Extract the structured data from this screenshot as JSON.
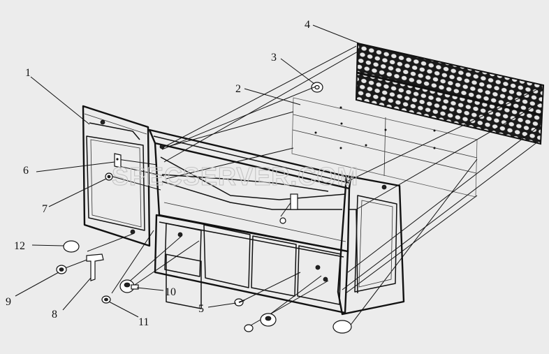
{
  "watermark": "SPECSERVER.COM",
  "callouts": [
    {
      "id": "1",
      "text": "1"
    },
    {
      "id": "2",
      "text": "2"
    },
    {
      "id": "3",
      "text": "3"
    },
    {
      "id": "4",
      "text": "4"
    },
    {
      "id": "5",
      "text": "5"
    },
    {
      "id": "6",
      "text": "6"
    },
    {
      "id": "7",
      "text": "7"
    },
    {
      "id": "8",
      "text": "8"
    },
    {
      "id": "9",
      "text": "9"
    },
    {
      "id": "10",
      "text": "10"
    },
    {
      "id": "11",
      "text": "11"
    },
    {
      "id": "12",
      "text": "12"
    }
  ]
}
